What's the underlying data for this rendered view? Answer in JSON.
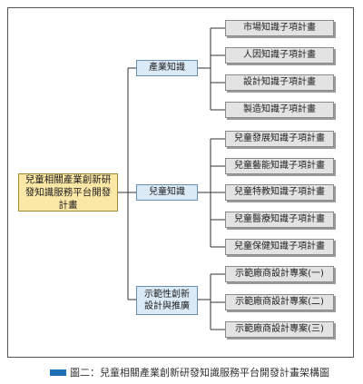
{
  "root": "兒童相關產業創新研發知識服務平台開發計畫",
  "categories": [
    {
      "label": "產業知識",
      "items": [
        "市場知識子項計畫",
        "人因知識子項計畫",
        "設計知識子項計畫",
        "製造知識子項計畫"
      ]
    },
    {
      "label": "兒童知識",
      "items": [
        "兒童發展知識子項計畫",
        "兒童藝能知識子項計畫",
        "兒童特教知識子項計畫",
        "兒童醫療知識子項計畫",
        "兒童保健知識子項計畫"
      ]
    },
    {
      "label": "示範性創新設計與推廣",
      "items": [
        "示範廠商設計專案(一)",
        "示範廠商設計專案(二)",
        "示範廠商設計專案(三)"
      ]
    }
  ],
  "caption": "圖二：兒童相關產業創新研發知識服務平台開發計畫架構圖",
  "colors": {
    "root_fill": "#fbe7a6",
    "category_fill": "#dbeaf7",
    "leaf_fill": "#e3e3e3",
    "caption_mark": "#1f6fb5"
  }
}
